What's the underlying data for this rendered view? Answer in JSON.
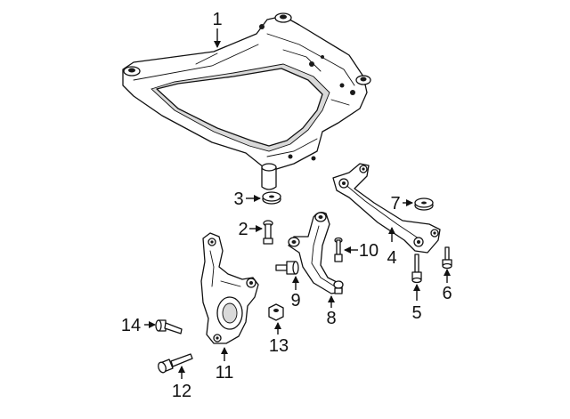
{
  "colors": {
    "line": "#111111",
    "background": "#ffffff",
    "shade": "#d9d9d9"
  },
  "callouts": [
    {
      "id": "1",
      "label": "1"
    },
    {
      "id": "2",
      "label": "2"
    },
    {
      "id": "3",
      "label": "3"
    },
    {
      "id": "4",
      "label": "4"
    },
    {
      "id": "5",
      "label": "5"
    },
    {
      "id": "6",
      "label": "6"
    },
    {
      "id": "7",
      "label": "7"
    },
    {
      "id": "8",
      "label": "8"
    },
    {
      "id": "9",
      "label": "9"
    },
    {
      "id": "10",
      "label": "10"
    },
    {
      "id": "11",
      "label": "11"
    },
    {
      "id": "12",
      "label": "12"
    },
    {
      "id": "13",
      "label": "13"
    },
    {
      "id": "14",
      "label": "14"
    }
  ]
}
